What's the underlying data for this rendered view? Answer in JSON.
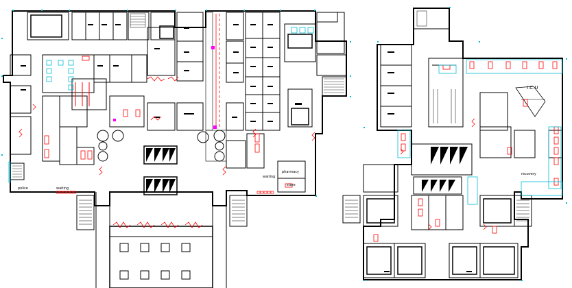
{
  "labels": {
    "police": "police",
    "waiting_left": "waiting",
    "waiting_right": "waiting",
    "pharmacy": "pharmacy",
    "store": "store",
    "icu": "I.C.U",
    "recovery": "recovery"
  },
  "colors": {
    "wall": "#000000",
    "door": "#ff0000",
    "fixture": "#00bcd4",
    "accent": "#ff00ff",
    "room_fill": "#ffffff"
  }
}
